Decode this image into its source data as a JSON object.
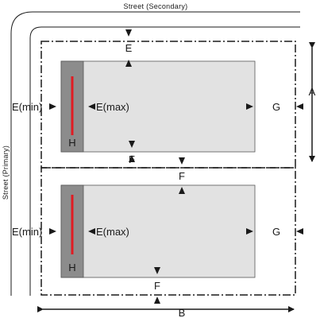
{
  "streets": {
    "secondary": "Street (Secondary)",
    "primary": "Street (Primary)"
  },
  "labels": {
    "E": "E",
    "F": "F",
    "G": "G",
    "H": "H",
    "A": "A",
    "B": "B",
    "Emin": "E(min)",
    "Emax": "E(max)"
  },
  "colors": {
    "building_fill": "#e2e2e2",
    "garage_fill": "#8c8c8c",
    "opening_line": "#e01b22",
    "lines": "#1a1a1a"
  }
}
